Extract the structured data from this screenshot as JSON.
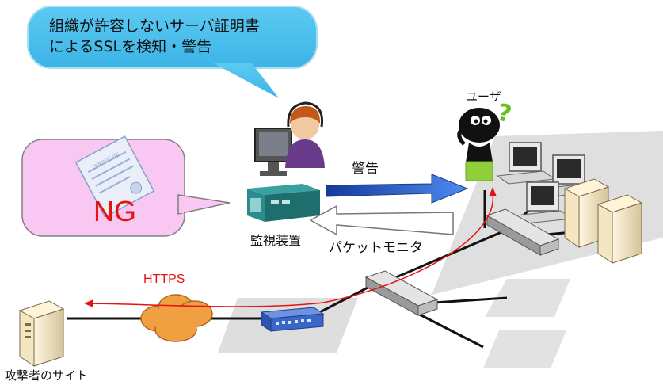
{
  "callout_top": {
    "line1": "組織が許容しないサーバ証明書",
    "line2": "によるSSLを検知・警告"
  },
  "ng_label": "NG",
  "certificate_text": "CERTIFICATE",
  "labels": {
    "user": "ユーザ",
    "question": "?",
    "warning": "警告",
    "monitor_device": "監視装置",
    "packet_monitor": "パケットモニタ",
    "https": "HTTPS",
    "attacker_site": "攻撃者のサイト"
  },
  "colors": {
    "callout_top_fill": "#4cc3f0",
    "callout_ng_fill": "#f8c7f2",
    "ng_text": "#e81010",
    "https_text": "#e81010",
    "https_line": "#e81010",
    "warning_arrow": "#2a62d8",
    "question_mark": "#66c020",
    "user_shirt": "#8fd03a",
    "router": "#3a66c8",
    "cloud": "#f0a040",
    "monitor_device": "#1e7a7a"
  }
}
